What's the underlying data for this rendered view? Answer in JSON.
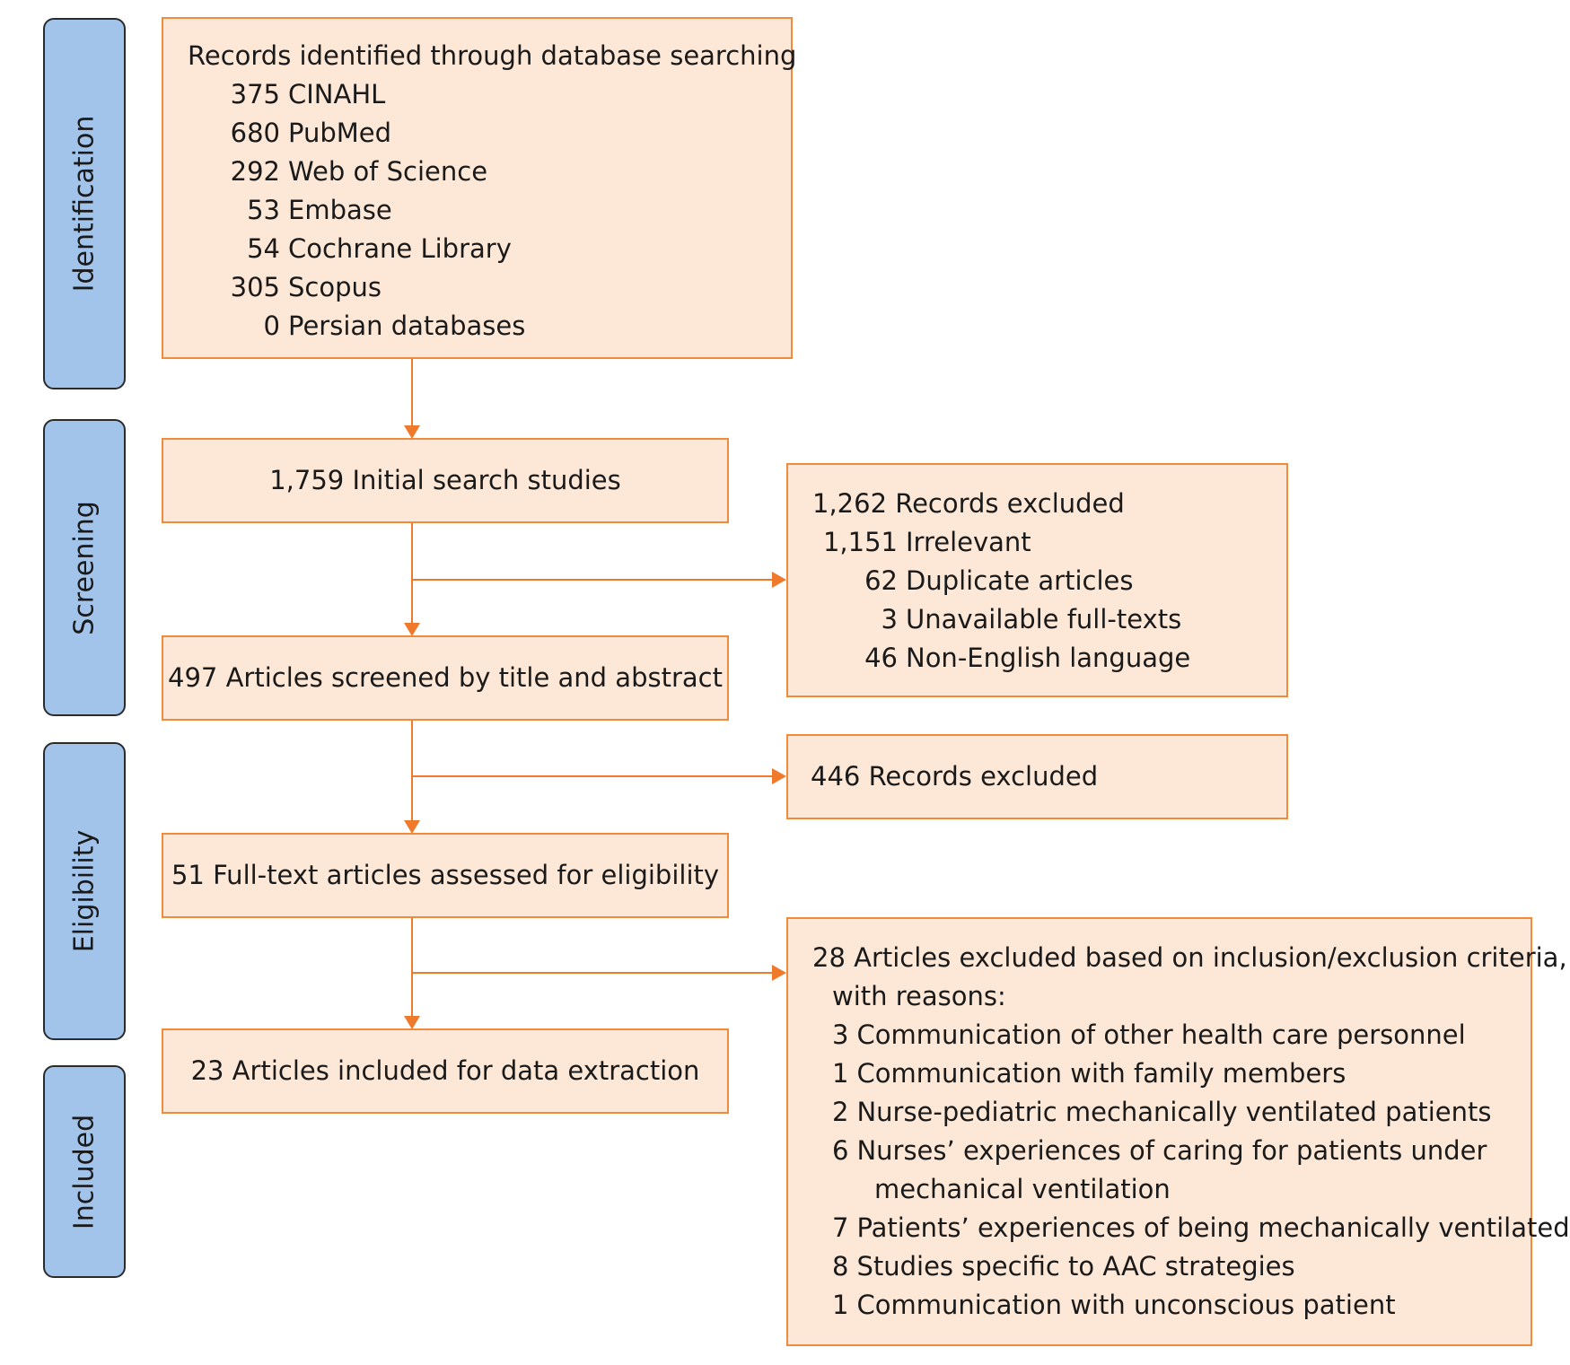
{
  "colors": {
    "phase_fill": "#a3c4ea",
    "box_fill": "#fde7d6",
    "box_border": "#f08a3c",
    "arrow": "#f07a2c"
  },
  "phases": {
    "identification": "Identification",
    "screening": "Screening",
    "eligibility": "Eligibility",
    "included": "Included"
  },
  "identification": {
    "title": "Records identified through database searching",
    "sources": [
      {
        "count": "375",
        "name": "CINAHL"
      },
      {
        "count": "680",
        "name": "PubMed"
      },
      {
        "count": "292",
        "name": "Web of Science"
      },
      {
        "count": "53",
        "name": "Embase"
      },
      {
        "count": "54",
        "name": "Cochrane Library"
      },
      {
        "count": "305",
        "name": "Scopus"
      },
      {
        "count": "0",
        "name": "Persian databases"
      }
    ]
  },
  "initial_search": "1,759 Initial search studies",
  "screened": "497 Articles screened by title and abstract",
  "full_text": "51 Full-text articles assessed for eligibility",
  "included_box": "23 Articles included for data extraction",
  "excluded_1": {
    "title": "1,262 Records excluded",
    "reasons": [
      {
        "count": "1,151",
        "text": "Irrelevant"
      },
      {
        "count": "62",
        "text": "Duplicate articles"
      },
      {
        "count": "3",
        "text": "Unavailable full-texts"
      },
      {
        "count": "46",
        "text": "Non-English language"
      }
    ]
  },
  "excluded_2": "446 Records excluded",
  "excluded_3": {
    "title": "28 Articles excluded based on inclusion/exclusion criteria,",
    "subtitle": "with reasons:",
    "reasons": [
      {
        "count": "3",
        "text": "Communication of other health care personnel"
      },
      {
        "count": "1",
        "text": "Communication with family members"
      },
      {
        "count": "2",
        "text": "Nurse-pediatric mechanically ventilated patients"
      },
      {
        "count": "6",
        "text": "Nurses’ experiences of caring for patients under",
        "cont": "mechanical ventilation"
      },
      {
        "count": "7",
        "text": "Patients’ experiences of being mechanically ventilated"
      },
      {
        "count": "8",
        "text": "Studies specific to AAC strategies"
      },
      {
        "count": "1",
        "text": "Communication with unconscious patient"
      }
    ]
  }
}
